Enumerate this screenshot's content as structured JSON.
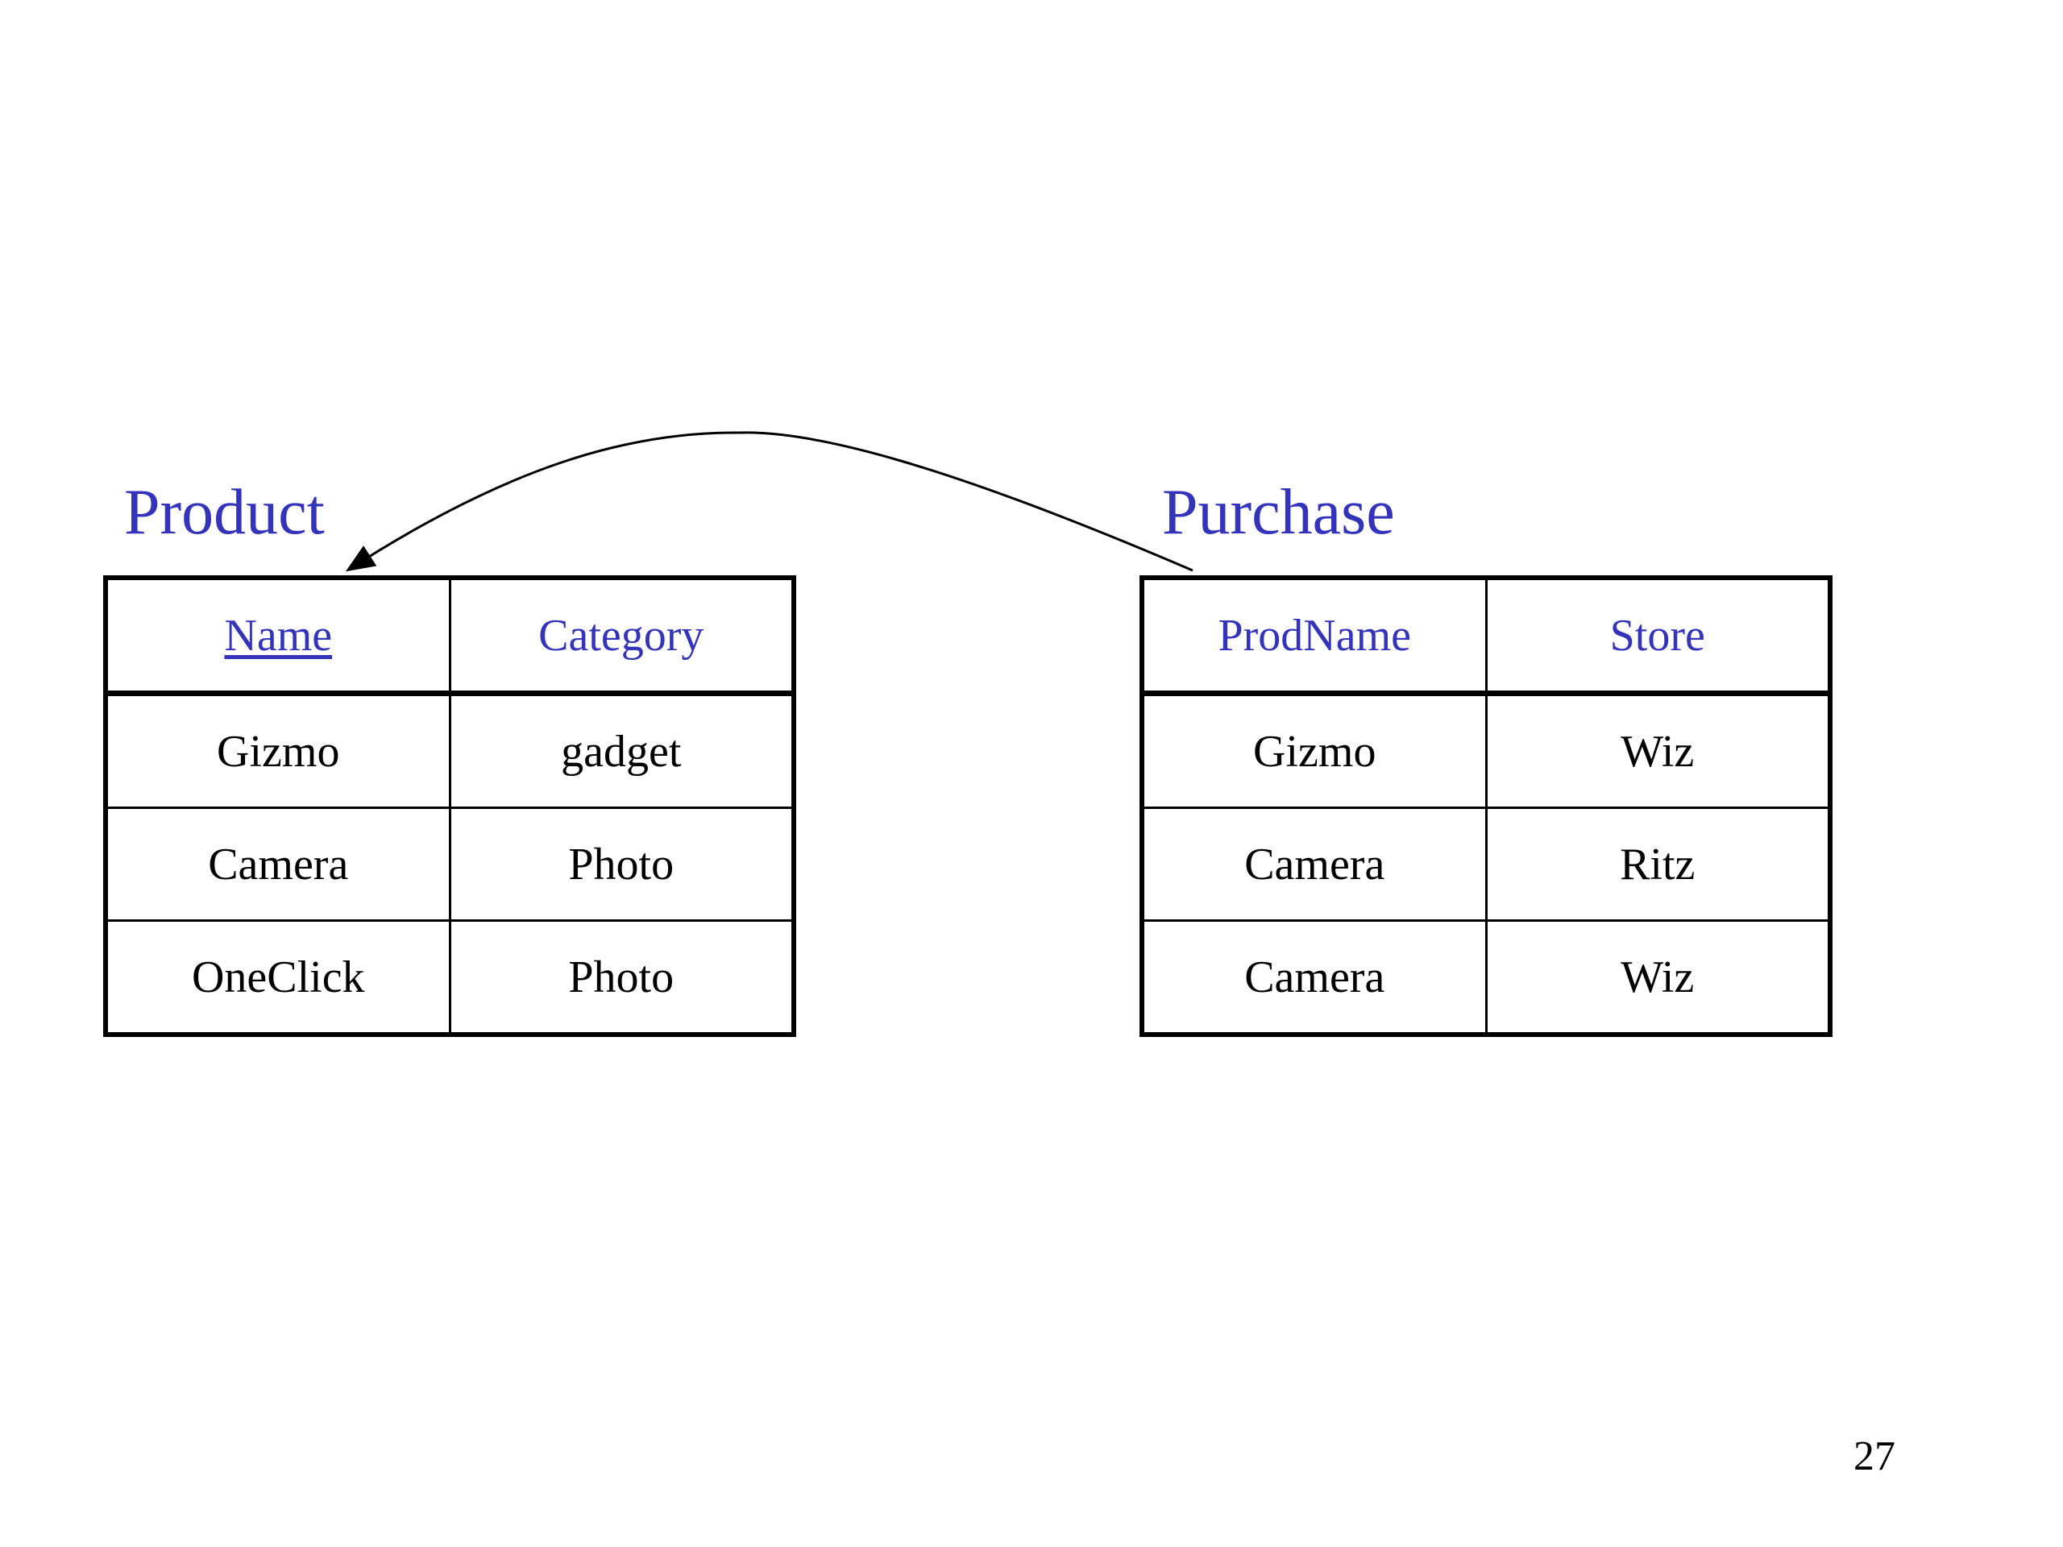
{
  "product": {
    "title": "Product",
    "columns": [
      "Name",
      "Category"
    ],
    "key_column": "Name",
    "rows": [
      [
        "Gizmo",
        "gadget"
      ],
      [
        "Camera",
        "Photo"
      ],
      [
        "OneClick",
        "Photo"
      ]
    ]
  },
  "purchase": {
    "title": "Purchase",
    "columns": [
      "ProdName",
      "Store"
    ],
    "rows": [
      [
        "Gizmo",
        "Wiz"
      ],
      [
        "Camera",
        "Ritz"
      ],
      [
        "Camera",
        "Wiz"
      ]
    ]
  },
  "page_number": "27",
  "colors": {
    "accent": "#3333bb",
    "text": "#000000",
    "background": "#ffffff"
  }
}
